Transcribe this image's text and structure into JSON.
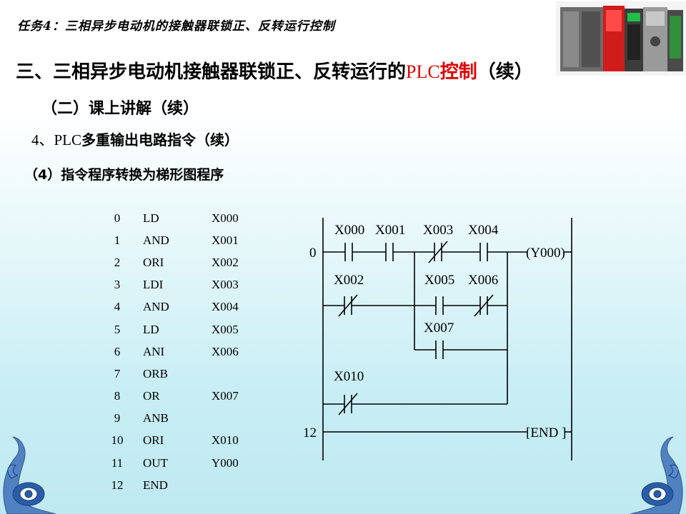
{
  "header": {
    "task_title": "任务4：三相异步电动机的接触器联锁正、反转运行控制",
    "title_prefix": "三、三相异步电动机接触器联锁正、反转运行的",
    "title_plc": "PLC",
    "title_red": "控制",
    "title_suffix": "（续）",
    "subtitle_1": "（二）课上讲解（续）",
    "subtitle_2_num": "4、PLC",
    "subtitle_2_text": "多重输出电路指令（续）",
    "subtitle_3": "（4）指令程序转换为梯形图程序"
  },
  "instruction_list": [
    {
      "step": "0",
      "op": "LD",
      "dev": "X000"
    },
    {
      "step": "1",
      "op": "AND",
      "dev": "X001"
    },
    {
      "step": "2",
      "op": "ORI",
      "dev": "X002"
    },
    {
      "step": "3",
      "op": "LDI",
      "dev": "X003"
    },
    {
      "step": "4",
      "op": "AND",
      "dev": "X004"
    },
    {
      "step": "5",
      "op": "LD",
      "dev": "X005"
    },
    {
      "step": "6",
      "op": "ANI",
      "dev": "X006"
    },
    {
      "step": "7",
      "op": "ORB",
      "dev": ""
    },
    {
      "step": "8",
      "op": "OR",
      "dev": "X007"
    },
    {
      "step": "9",
      "op": "ANB",
      "dev": ""
    },
    {
      "step": "10",
      "op": "ORI",
      "dev": "X010"
    },
    {
      "step": "11",
      "op": "OUT",
      "dev": "Y000"
    },
    {
      "step": "12",
      "op": "END",
      "dev": ""
    }
  ],
  "ladder": {
    "step_0": "0",
    "step_12": "12",
    "c_x000": "X000",
    "c_x001": "X001",
    "c_x003": "X003",
    "c_x004": "X004",
    "c_x002": "X002",
    "c_x005": "X005",
    "c_x006": "X006",
    "c_x007": "X007",
    "c_x010": "X010",
    "coil_y000": "(Y000)",
    "end_instr": "[END ]"
  }
}
